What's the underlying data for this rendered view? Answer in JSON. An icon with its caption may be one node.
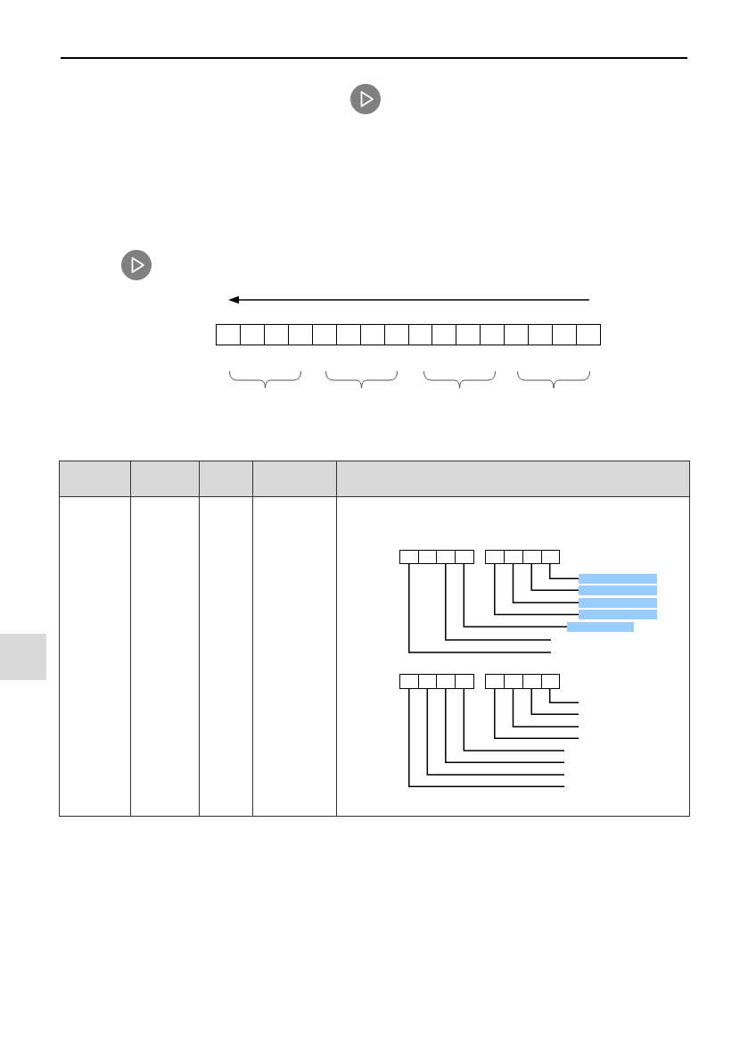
{
  "diagram": {
    "nodes": [
      {
        "text": [],
        "shape": "box"
      },
      {
        "text": [],
        "shape": "box"
      },
      {
        "text": [],
        "shape": "box"
      },
      {
        "text": [],
        "shape": "box"
      },
      {
        "text": [],
        "shape": "box"
      },
      {
        "text": [],
        "shape": "box"
      },
      {
        "text": [],
        "shape": "box"
      },
      {
        "text": [],
        "shape": "box"
      },
      {
        "text": [],
        "shape": "box"
      },
      {
        "text": [],
        "shape": "box"
      },
      {
        "text": [],
        "shape": "box"
      },
      {
        "text": [],
        "shape": "box"
      },
      {
        "text": [],
        "shape": "box"
      },
      {
        "text": [],
        "shape": "box"
      },
      {
        "text": [],
        "shape": "box"
      },
      {
        "text": [],
        "shape": "box"
      },
      {
        "text": [],
        "shape": "box"
      },
      {
        "text": [],
        "shape": "box"
      },
      {
        "text": [],
        "shape": "box"
      },
      {
        "text": [],
        "shape": "box"
      },
      {
        "text": [],
        "shape": "box"
      },
      {
        "text": [],
        "shape": "box"
      },
      {
        "text": [],
        "shape": "box"
      },
      {
        "text": [],
        "shape": "box"
      },
      {
        "text": [],
        "shape": "bar"
      },
      {
        "text": [],
        "shape": "bar"
      },
      {
        "text": [],
        "shape": "bar"
      },
      {
        "text": [],
        "shape": "bar"
      },
      {
        "text": [],
        "shape": "bar"
      },
      {
        "text": [],
        "shape": "box"
      },
      {
        "text": [],
        "shape": "box"
      },
      {
        "text": [],
        "shape": "box"
      },
      {
        "text": [],
        "shape": "box"
      },
      {
        "text": [],
        "shape": "box"
      },
      {
        "text": [],
        "shape": "box"
      },
      {
        "text": [],
        "shape": "box"
      },
      {
        "text": [],
        "shape": "box"
      }
    ],
    "edges": [
      {
        "from": 23,
        "to": 24,
        "arrow": "none"
      },
      {
        "from": 22,
        "to": 25,
        "arrow": "none"
      },
      {
        "from": 21,
        "to": 26,
        "arrow": "none"
      },
      {
        "from": 20,
        "to": 27,
        "arrow": "none"
      },
      {
        "from": 19,
        "to": 28,
        "arrow": "none"
      },
      {
        "from": 18,
        "to": null,
        "arrow": "none"
      },
      {
        "from": 16,
        "to": null,
        "arrow": "none"
      },
      {
        "from": 36,
        "to": null,
        "arrow": "none"
      },
      {
        "from": 35,
        "to": null,
        "arrow": "none"
      },
      {
        "from": 34,
        "to": null,
        "arrow": "none"
      },
      {
        "from": 33,
        "to": null,
        "arrow": "none"
      },
      {
        "from": 32,
        "to": null,
        "arrow": "none"
      },
      {
        "from": 31,
        "to": null,
        "arrow": "none"
      },
      {
        "from": 30,
        "to": null,
        "arrow": "none"
      },
      {
        "from": 29,
        "to": null,
        "arrow": "none"
      }
    ]
  }
}
